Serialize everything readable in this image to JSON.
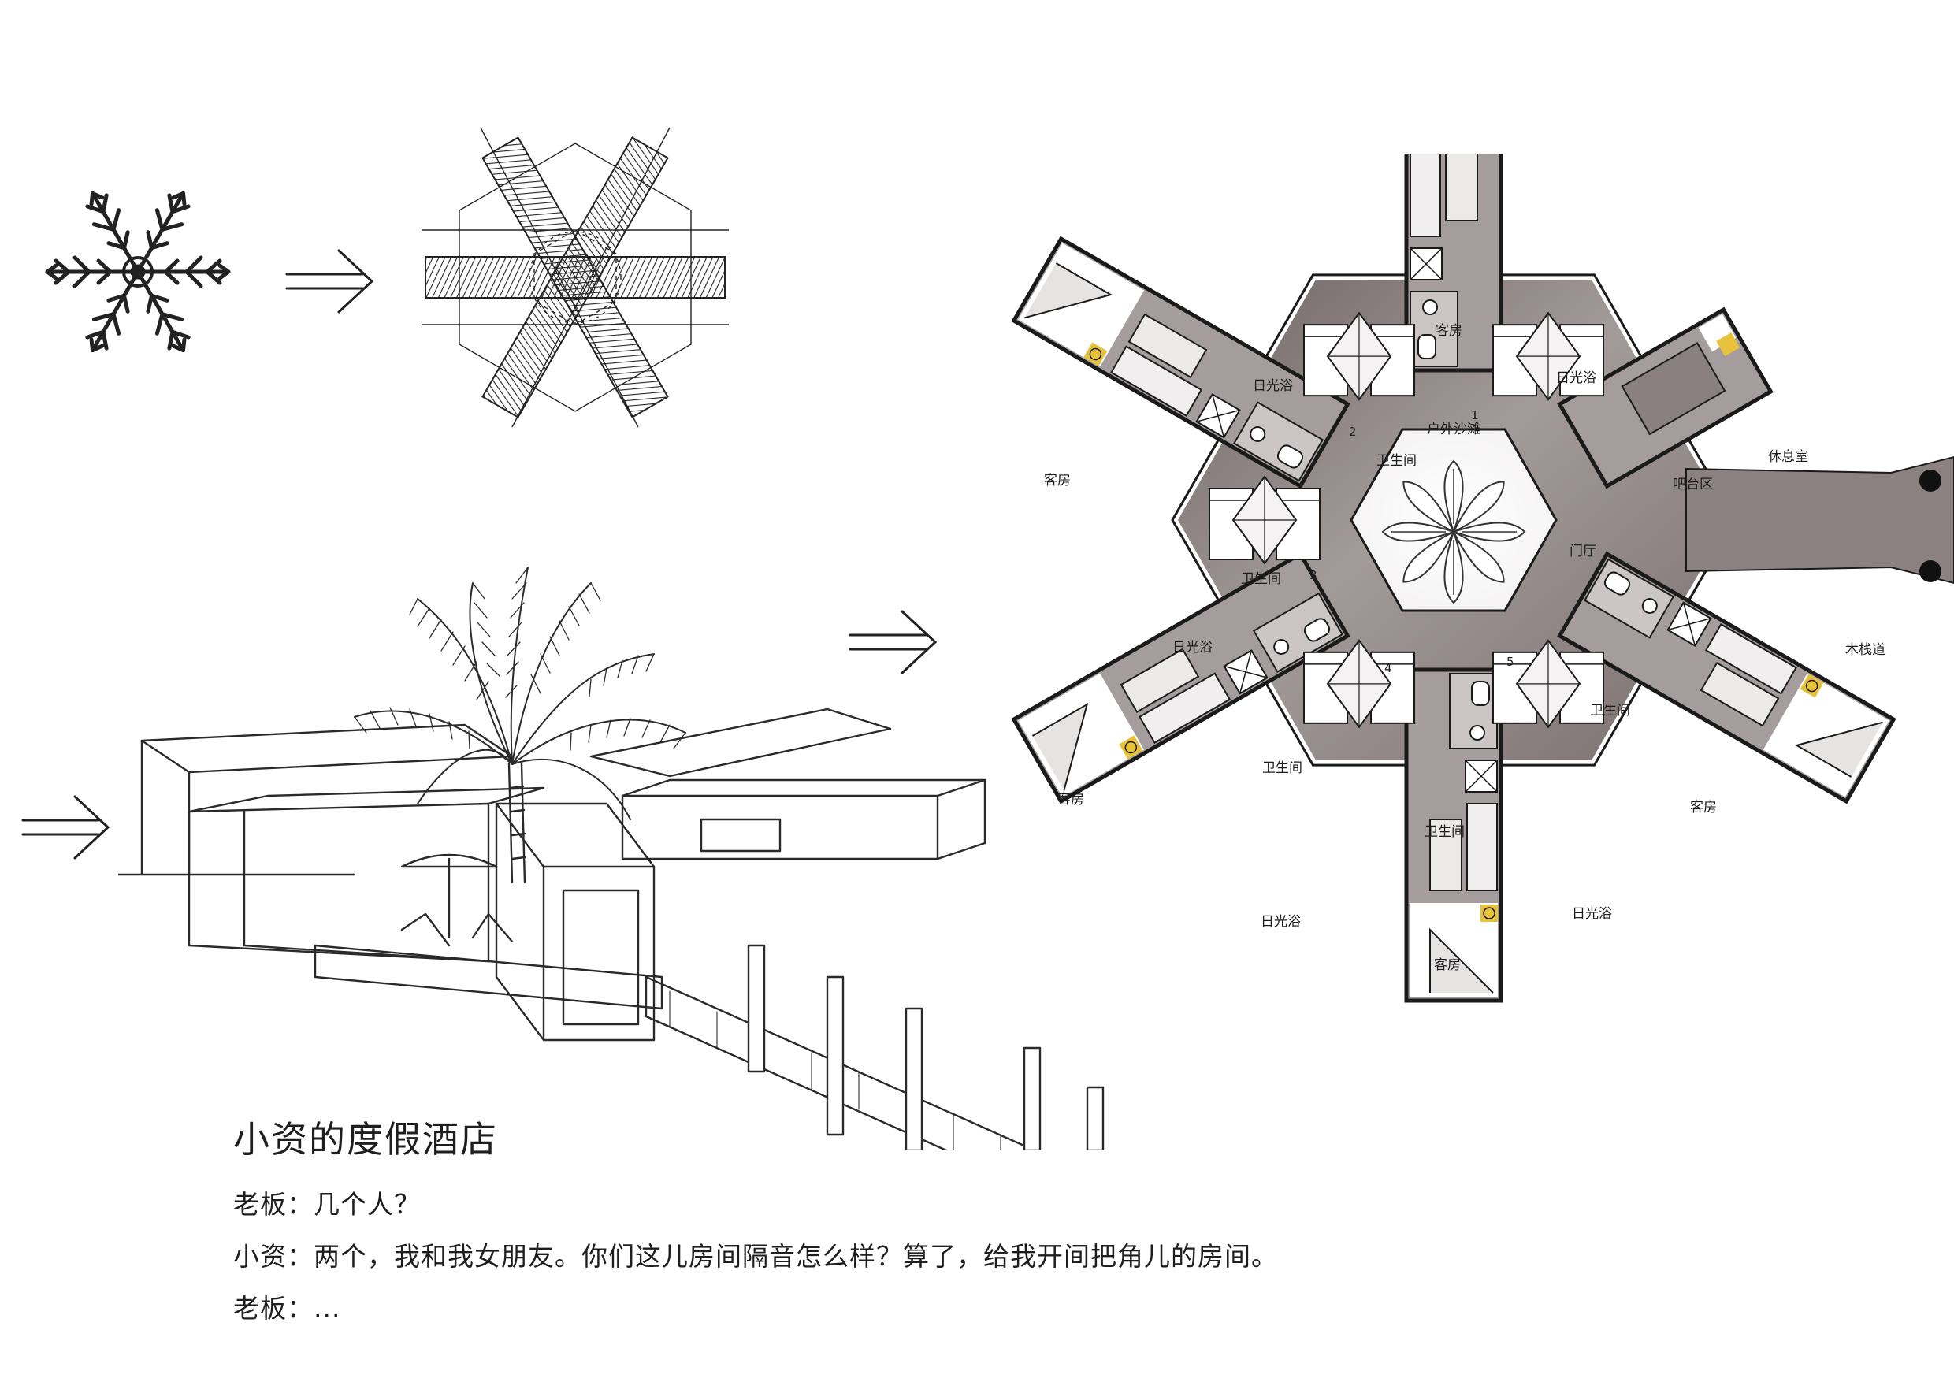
{
  "caption": {
    "title": "小资的度假酒店",
    "lines": [
      "老板：几个人？",
      "小资：两个，我和我女朋友。你们这儿房间隔音怎么样？算了，给我开间把角儿的房间。",
      "老板：..."
    ]
  },
  "plan": {
    "center_label": "户外沙滩",
    "room_labels": {
      "guest_room": "客房",
      "sunbath": "日光浴",
      "bathroom": "卫生间",
      "lobby": "门厅",
      "bar": "吧台区",
      "lounge": "休息室",
      "boardwalk": "木栈道"
    },
    "door_numbers": [
      "1",
      "2",
      "3",
      "4",
      "5"
    ]
  },
  "icons": {
    "snowflake": "snowflake-icon",
    "arrow": "double-arrow-icon"
  },
  "colors": {
    "plan_dark": "#8a7f7f",
    "plan_light": "#d4cfcf",
    "wall": "#1a1a1a",
    "sketch": "#222222",
    "highlight": "#e8c23a"
  }
}
